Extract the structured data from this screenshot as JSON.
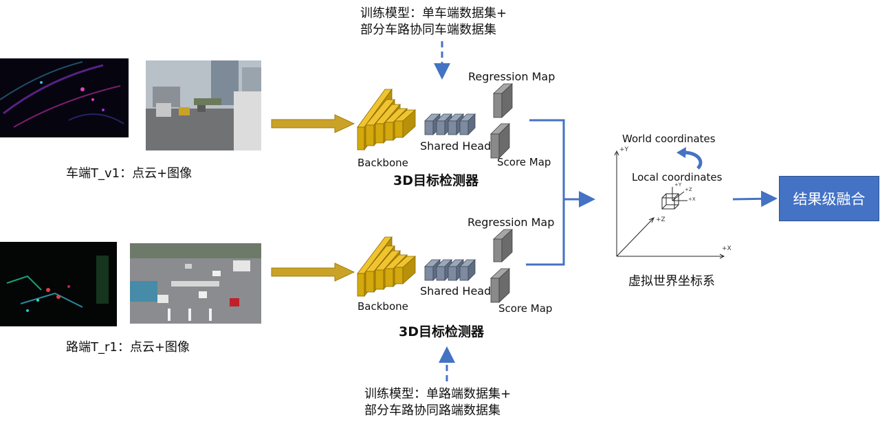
{
  "top_note": {
    "line1": "训练模型：单车端数据集+",
    "line2": "部分车路协同车端数据集"
  },
  "bottom_note": {
    "line1": "训练模型：单路端数据集+",
    "line2": "部分车路协同路端数据集"
  },
  "vehicle": {
    "caption": "车端T_v1：点云+图像"
  },
  "road": {
    "caption": "路端T_r1：点云+图像"
  },
  "detector_top": {
    "regression_label": "Regression Map",
    "shared_head_label": "Shared Head",
    "backbone_label": "Backbone",
    "score_label": "Score Map",
    "title": "3D目标检测器"
  },
  "detector_bottom": {
    "regression_label": "Regression Map",
    "shared_head_label": "Shared Head",
    "backbone_label": "Backbone",
    "score_label": "Score Map",
    "title": "3D目标检测器"
  },
  "world": {
    "world_label": "World coordinates",
    "local_label": "Local coordinates",
    "axis_y": "+Y",
    "axis_z": "+Z",
    "axis_x": "+X",
    "local_y": "+Y",
    "local_z": "+Z",
    "local_x": "+X",
    "caption": "虚拟世界坐标系"
  },
  "fusion": {
    "label": "结果级融合"
  },
  "colors": {
    "arrow_gold": "#b8961a",
    "layer_gold": "#d4a90e",
    "head_gray": "#6f7f96",
    "map_gray": "#7f7f7f",
    "blue": "#4472c4"
  }
}
